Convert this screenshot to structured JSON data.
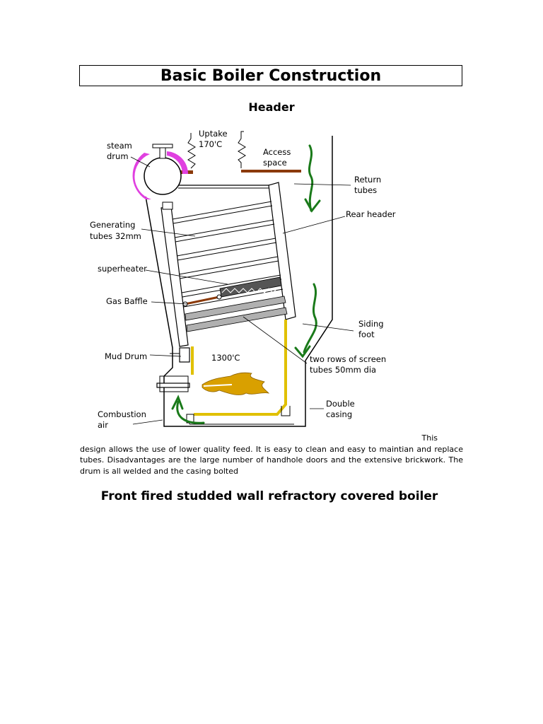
{
  "document": {
    "title": "Basic Boiler Construction",
    "subheading": "Header",
    "paragraph_lead": "This",
    "paragraph_body": "design allows the use of lower quality feed. It is easy to clean and easy to maintian and replace tubes. Disadvantages are the large number of handhole doors and the extensive brickwork. The drum is all welded and the casing bolted",
    "caption": "Front fired studded wall refractory covered boiler"
  },
  "diagram": {
    "labels": {
      "steam_drum_1": "steam",
      "steam_drum_2": "drum",
      "uptake_1": "Uptake",
      "uptake_2": "170'C",
      "access_1": "Access",
      "access_2": "space",
      "return_1": "Return",
      "return_2": "tubes",
      "rear_header": "Rear header",
      "generating_1": "Generating",
      "generating_2": "tubes 32mm",
      "superheater": "superheater",
      "gas_baffle": "Gas Baffle",
      "siding_1": "Siding",
      "siding_2": "foot",
      "mud_drum": "Mud Drum",
      "temp": "1300'C",
      "screen_1": "two rows of screen",
      "screen_2": "tubes 50mm dia",
      "double_1": "Double",
      "double_2": "casing",
      "combustion_1": "Combustion",
      "combustion_2": "air"
    },
    "colors": {
      "drum_highlight": "#e040e0",
      "baffle": "#8b3a0a",
      "wall_yellow": "#e0c000",
      "flame": "#d9a000",
      "airflow": "#1a7a1a",
      "tube_grey": "#b0b0b0"
    }
  }
}
